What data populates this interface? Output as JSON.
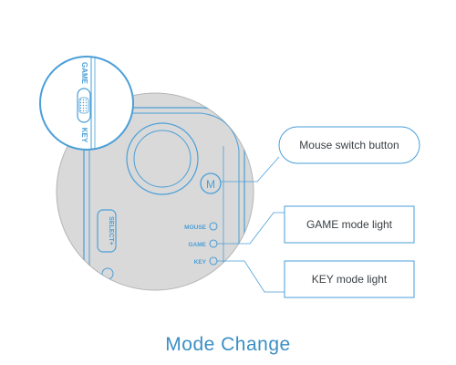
{
  "title": "Mode Change",
  "device": {
    "switch_top_label": "GAME",
    "switch_bottom_label": "KEY",
    "select_button_label": "SELECT+",
    "mouse_button_label": "M",
    "indicator_labels": [
      "MOUSE",
      "GAME",
      "KEY"
    ]
  },
  "callouts": [
    "Mouse switch button",
    "GAME mode light",
    "KEY mode light"
  ],
  "colors": {
    "accent": "#3b8fc4",
    "outline": "#4a9fd8",
    "device_fill": "#d9d9d9",
    "text": "#3a3f44"
  }
}
